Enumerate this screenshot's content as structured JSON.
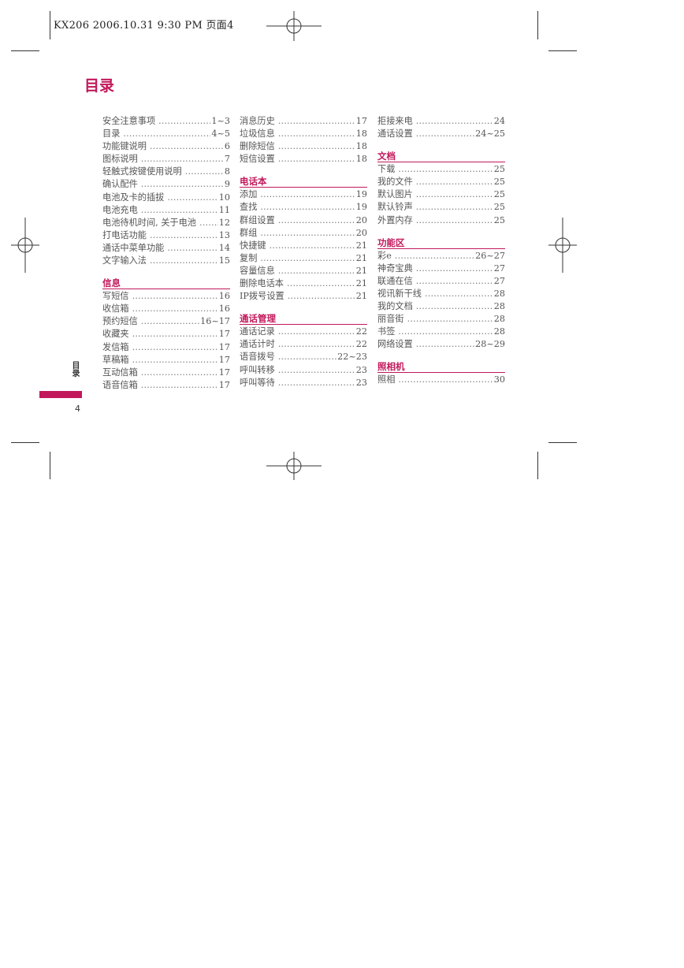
{
  "print_header": "KX206  2006.10.31 9:30 PM 页面4",
  "title": "目录",
  "side_label": "目录",
  "page_number": "4",
  "columns": [
    {
      "sections": [
        {
          "title": "",
          "items": [
            {
              "label": "安全注意事项",
              "page": "1~3"
            },
            {
              "label": "目录",
              "page": "4~5"
            },
            {
              "label": "功能键说明",
              "page": "6"
            },
            {
              "label": "图标说明",
              "page": "7"
            },
            {
              "label": "轻触式按键使用说明",
              "page": "8"
            },
            {
              "label": "确认配件",
              "page": "9"
            },
            {
              "label": "电池及卡的插拔",
              "page": "10"
            },
            {
              "label": "电池充电",
              "page": "11"
            },
            {
              "label": "电池待机时间, 关于电池",
              "page": "12"
            },
            {
              "label": "打电话功能",
              "page": "13"
            },
            {
              "label": "通话中菜单功能",
              "page": "14"
            },
            {
              "label": "文字输入法",
              "page": "15"
            }
          ]
        },
        {
          "title": "信息",
          "items": [
            {
              "label": "写短信",
              "page": "16"
            },
            {
              "label": "收信箱",
              "page": "16"
            },
            {
              "label": "预约短信",
              "page": "16~17"
            },
            {
              "label": "收藏夹",
              "page": "17"
            },
            {
              "label": "发信箱",
              "page": "17"
            },
            {
              "label": "草稿箱",
              "page": "17"
            },
            {
              "label": "互动信箱",
              "page": "17"
            },
            {
              "label": "语音信箱",
              "page": "17"
            }
          ]
        }
      ]
    },
    {
      "sections": [
        {
          "title": "",
          "items": [
            {
              "label": "消息历史",
              "page": "17"
            },
            {
              "label": "垃圾信息",
              "page": "18"
            },
            {
              "label": "删除短信",
              "page": "18"
            },
            {
              "label": "短信设置",
              "page": "18"
            }
          ]
        },
        {
          "title": "电话本",
          "items": [
            {
              "label": "添加",
              "page": "19"
            },
            {
              "label": "查找",
              "page": "19"
            },
            {
              "label": "群组设置",
              "page": "20"
            },
            {
              "label": "群组",
              "page": "20"
            },
            {
              "label": "快捷键",
              "page": "21"
            },
            {
              "label": "复制",
              "page": "21"
            },
            {
              "label": "容量信息",
              "page": "21"
            },
            {
              "label": "删除电话本",
              "page": "21"
            },
            {
              "label": "IP拨号设置",
              "page": "21"
            }
          ]
        },
        {
          "title": "通话管理",
          "items": [
            {
              "label": "通话记录",
              "page": "22"
            },
            {
              "label": "通话计时",
              "page": "22"
            },
            {
              "label": "语音拨号",
              "page": "22~23"
            },
            {
              "label": "呼叫转移",
              "page": "23"
            },
            {
              "label": "呼叫等待",
              "page": "23"
            }
          ]
        }
      ]
    },
    {
      "sections": [
        {
          "title": "",
          "items": [
            {
              "label": "拒接来电",
              "page": "24"
            },
            {
              "label": "通话设置",
              "page": "24~25"
            }
          ]
        },
        {
          "title": "文档",
          "items": [
            {
              "label": "下载",
              "page": "25"
            },
            {
              "label": "我的文件",
              "page": "25"
            },
            {
              "label": "默认图片",
              "page": "25"
            },
            {
              "label": "默认铃声",
              "page": "25"
            },
            {
              "label": "外置内存",
              "page": "25"
            }
          ]
        },
        {
          "title": "功能区",
          "items": [
            {
              "label": "彩e",
              "page": "26~27"
            },
            {
              "label": "神奇宝典",
              "page": "27"
            },
            {
              "label": "联通在信",
              "page": "27"
            },
            {
              "label": "视讯新干线",
              "page": "28"
            },
            {
              "label": "我的文档",
              "page": "28"
            },
            {
              "label": "丽音街",
              "page": "28"
            },
            {
              "label": "书签",
              "page": "28"
            },
            {
              "label": "网络设置",
              "page": "28~29"
            }
          ]
        },
        {
          "title": "照相机",
          "items": [
            {
              "label": "照相",
              "page": "30"
            }
          ]
        }
      ]
    }
  ]
}
